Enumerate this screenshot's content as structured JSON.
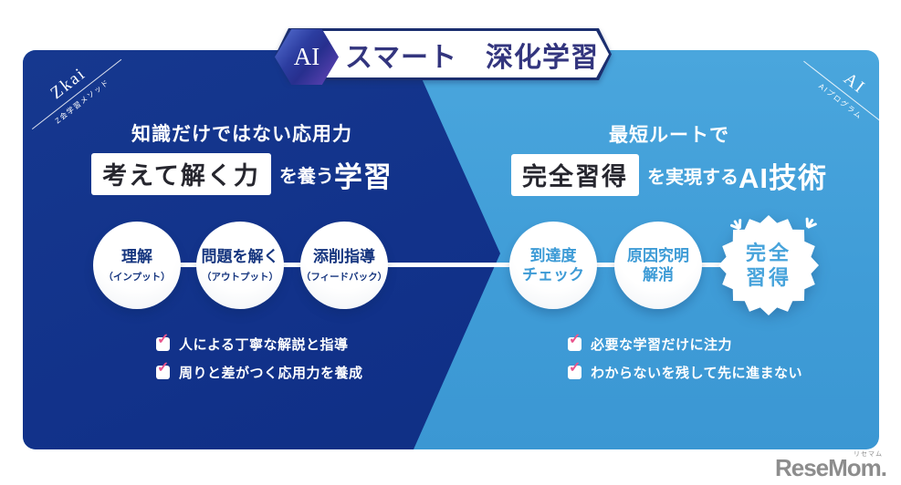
{
  "title": {
    "badge": "AI",
    "text": "スマート　深化学習"
  },
  "corner_left": {
    "brand": "Zkai",
    "sub": "Z会学習メソッド"
  },
  "corner_right": {
    "brand": "AI",
    "sub": "AIプログラム"
  },
  "left_section": {
    "heading_line1": "知識だけではない応用力",
    "heading_box": "考えて解く力",
    "heading_rest": "を養う",
    "heading_big": "学習",
    "steps": [
      {
        "label": "理解",
        "sub": "（インプット）"
      },
      {
        "label": "問題を解く",
        "sub": "（アウトプット）"
      },
      {
        "label": "添削指導",
        "sub": "（フィードバック）"
      }
    ],
    "checklist": [
      "人による丁寧な解説と指導",
      "周りと差がつく応用力を養成"
    ]
  },
  "right_section": {
    "heading_line1": "最短ルートで",
    "heading_box": "完全習得",
    "heading_rest": "を実現する",
    "heading_big": "AI技術",
    "steps": [
      {
        "line1": "到達度",
        "line2": "チェック"
      },
      {
        "line1": "原因究明",
        "line2": "解消"
      }
    ],
    "badge": {
      "line1": "完全",
      "line2": "習得"
    },
    "checklist": [
      "必要な学習だけに注力",
      "わからないを残して先に進まない"
    ]
  },
  "icons": {
    "check": "✓"
  },
  "watermark": {
    "logo": "ReseMom.",
    "ruby": "リセマム"
  },
  "colors": {
    "dark_navy": "#113189",
    "light_blue": "#3f9cd7",
    "title_indigo": "#33357e",
    "check_pink": "#e9548c",
    "navy_text": "#15357f",
    "blue_text": "#3d9bd6",
    "watermark_gray": "#8d8d8d"
  }
}
